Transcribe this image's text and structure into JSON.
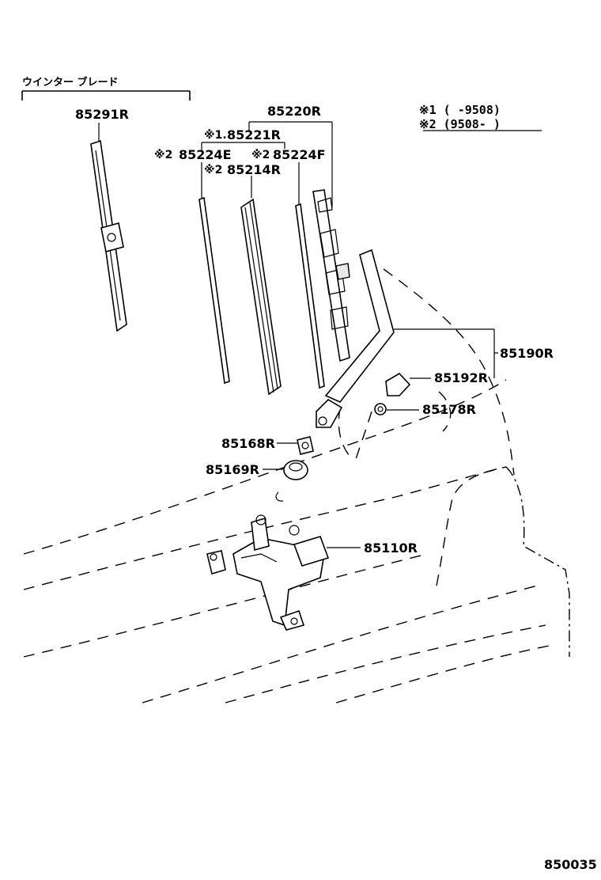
{
  "group_label": "ウインター ブレード",
  "parts": {
    "p85291": "85291R",
    "p85220": "85220R",
    "p85221": "85221R",
    "p85224e": "85224E",
    "p85224f": "85224F",
    "p85214": "85214R",
    "p85190": "85190R",
    "p85192": "85192R",
    "p85178": "85178R",
    "p85168": "85168R",
    "p85169": "85169R",
    "p85110": "85110R"
  },
  "markers": {
    "m1_dot": "※1.",
    "m2": "※2"
  },
  "notes": {
    "note1": "※1 (      -9508)",
    "note2": "※2 (9508-      )"
  },
  "diagram_id": "850035"
}
